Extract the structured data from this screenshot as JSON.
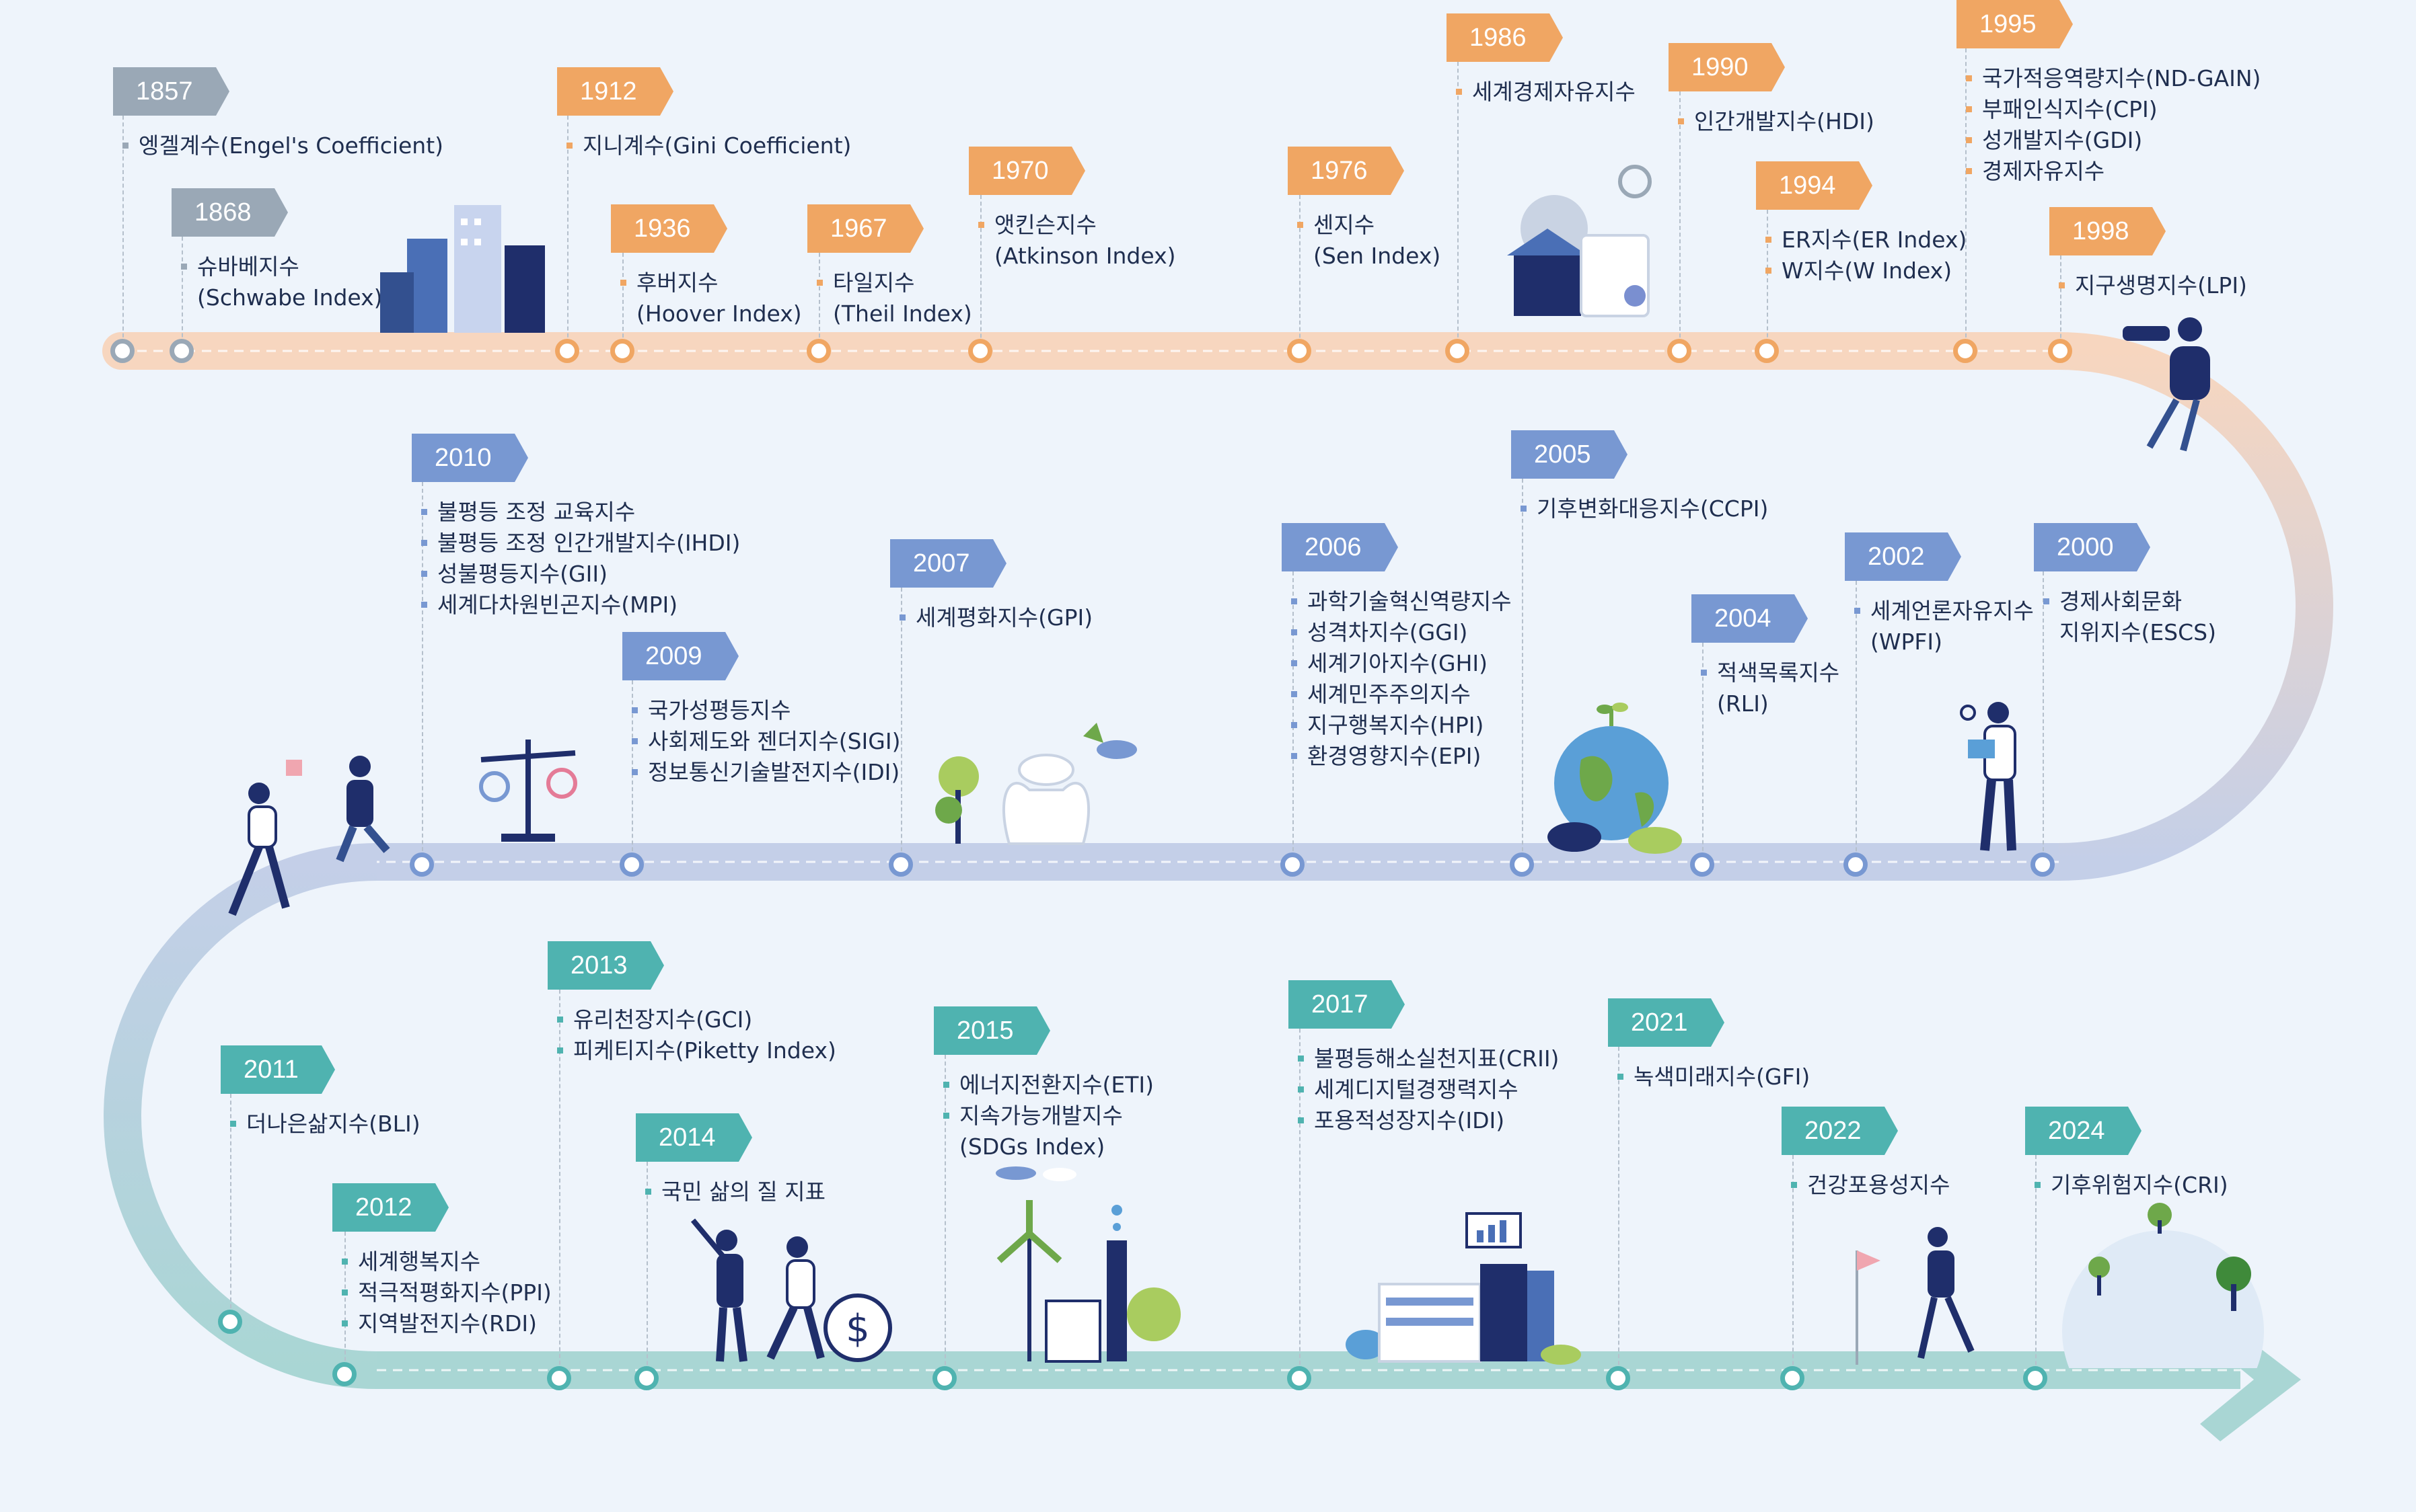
{
  "colors": {
    "row1": "#f0a663",
    "row1_early": "#9aa8b6",
    "row2": "#7898d2",
    "row3": "#4fb3b0",
    "text": "#1f2e4f"
  },
  "timeline": [
    {
      "year": "1857",
      "row": 1,
      "early": true,
      "items": [
        "엥겔계수(Engel's Coefficient)"
      ]
    },
    {
      "year": "1868",
      "row": 1,
      "early": true,
      "items": [
        "슈바베지수",
        "(Schwabe Index)"
      ]
    },
    {
      "year": "1912",
      "row": 1,
      "items": [
        "지니계수(Gini Coefficient)"
      ]
    },
    {
      "year": "1936",
      "row": 1,
      "items": [
        "후버지수",
        "(Hoover Index)"
      ]
    },
    {
      "year": "1967",
      "row": 1,
      "items": [
        "타일지수",
        "(Theil Index)"
      ]
    },
    {
      "year": "1970",
      "row": 1,
      "items": [
        "앳킨슨지수",
        "(Atkinson Index)"
      ]
    },
    {
      "year": "1976",
      "row": 1,
      "items": [
        "센지수",
        "(Sen Index)"
      ]
    },
    {
      "year": "1986",
      "row": 1,
      "items": [
        "세계경제자유지수"
      ]
    },
    {
      "year": "1990",
      "row": 1,
      "items": [
        "인간개발지수(HDI)"
      ]
    },
    {
      "year": "1994",
      "row": 1,
      "items": [
        "ER지수(ER Index)",
        "W지수(W Index)"
      ]
    },
    {
      "year": "1995",
      "row": 1,
      "items": [
        "국가적응역량지수(ND-GAIN)",
        "부패인식지수(CPI)",
        "성개발지수(GDI)",
        "경제자유지수"
      ]
    },
    {
      "year": "1998",
      "row": 1,
      "items": [
        "지구생명지수(LPI)"
      ]
    },
    {
      "year": "2000",
      "row": 2,
      "items": [
        "경제사회문화",
        "지위지수(ESCS)"
      ]
    },
    {
      "year": "2002",
      "row": 2,
      "items": [
        "세계언론자유지수",
        "(WPFI)"
      ]
    },
    {
      "year": "2004",
      "row": 2,
      "items": [
        "적색목록지수",
        "(RLI)"
      ]
    },
    {
      "year": "2005",
      "row": 2,
      "items": [
        "기후변화대응지수(CCPI)"
      ]
    },
    {
      "year": "2006",
      "row": 2,
      "items": [
        "과학기술혁신역량지수",
        "성격차지수(GGI)",
        "세계기아지수(GHI)",
        "세계민주주의지수",
        "지구행복지수(HPI)",
        "환경영향지수(EPI)"
      ]
    },
    {
      "year": "2007",
      "row": 2,
      "items": [
        "세계평화지수(GPI)"
      ]
    },
    {
      "year": "2009",
      "row": 2,
      "items": [
        "국가성평등지수",
        "사회제도와 젠더지수(SIGI)",
        "정보통신기술발전지수(IDI)"
      ]
    },
    {
      "year": "2010",
      "row": 2,
      "items": [
        "불평등 조정 교육지수",
        "불평등 조정 인간개발지수(IHDI)",
        "성불평등지수(GII)",
        "세계다차원빈곤지수(MPI)"
      ]
    },
    {
      "year": "2011",
      "row": 3,
      "items": [
        "더나은삶지수(BLI)"
      ]
    },
    {
      "year": "2012",
      "row": 3,
      "items": [
        "세계행복지수",
        "적극적평화지수(PPI)",
        "지역발전지수(RDI)"
      ]
    },
    {
      "year": "2013",
      "row": 3,
      "items": [
        "유리천장지수(GCI)",
        "피케티지수(Piketty Index)"
      ]
    },
    {
      "year": "2014",
      "row": 3,
      "items": [
        "국민 삶의 질 지표"
      ]
    },
    {
      "year": "2015",
      "row": 3,
      "items": [
        "에너지전환지수(ETI)",
        "지속가능개발지수",
        "(SDGs Index)"
      ]
    },
    {
      "year": "2017",
      "row": 3,
      "items": [
        "불평등해소실천지표(CRII)",
        "세계디지털경쟁력지수",
        "포용적성장지수(IDI)"
      ]
    },
    {
      "year": "2021",
      "row": 3,
      "items": [
        "녹색미래지수(GFI)"
      ]
    },
    {
      "year": "2022",
      "row": 3,
      "items": [
        "건강포용성지수"
      ]
    },
    {
      "year": "2024",
      "row": 3,
      "items": [
        "기후위험지수(CRI)"
      ]
    }
  ]
}
